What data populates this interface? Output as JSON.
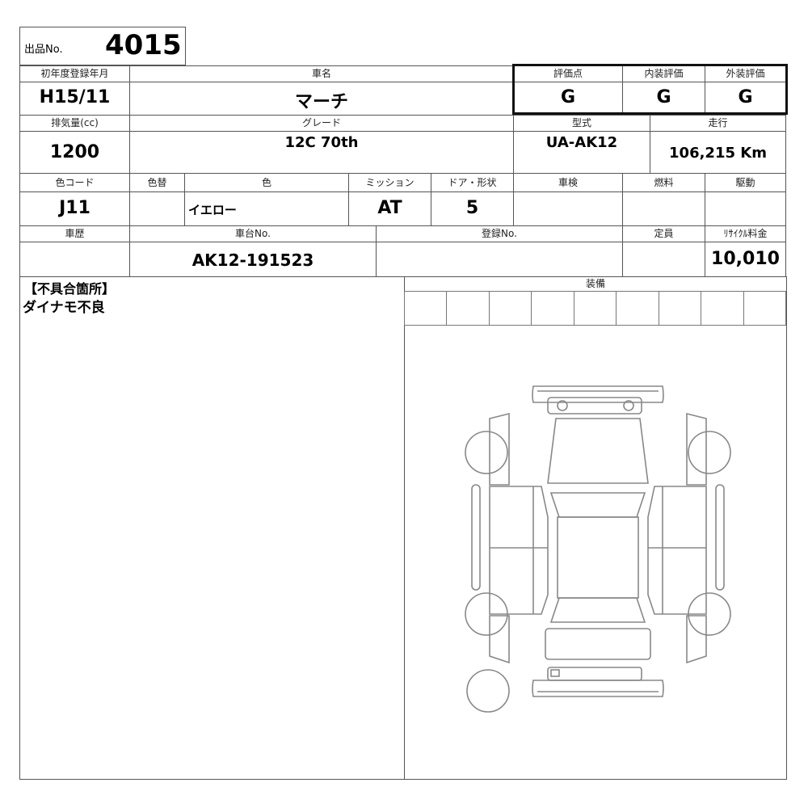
{
  "lot": {
    "label": "出品No.",
    "number": "4015"
  },
  "labels": {
    "first_reg": "初年度登録年月",
    "car_name": "車名",
    "score": "評価点",
    "interior": "内装評価",
    "exterior": "外装評価",
    "displacement": "排気量(cc)",
    "grade": "グレード",
    "model_type": "型式",
    "mileage": "走行",
    "color_code": "色コード",
    "color_change": "色替",
    "color": "色",
    "transmission": "ミッション",
    "doors": "ドア・形状",
    "inspection": "車検",
    "fuel": "燃料",
    "drive": "駆動",
    "history": "車歴",
    "chassis_no": "車台No.",
    "reg_no": "登録No.",
    "capacity": "定員",
    "recycle": "ﾘｻｲｸﾙ料金",
    "equipment": "装備",
    "defects_heading": "【不具合箇所】"
  },
  "values": {
    "first_reg": "H15/11",
    "car_name": "マーチ",
    "score": "G",
    "interior": "G",
    "exterior": "G",
    "displacement": "1200",
    "grade": "12C 70th",
    "model_type": "UA-AK12",
    "mileage": "106,215 Km",
    "color_code": "J11",
    "color_change": "",
    "color": "イエロー",
    "transmission": "AT",
    "doors": "5",
    "inspection": "",
    "fuel": "",
    "drive": "",
    "history": "",
    "chassis_no": "AK12-191523",
    "reg_no": "",
    "capacity": "",
    "recycle": "10,010",
    "defects": "ダイナモ不良"
  }
}
